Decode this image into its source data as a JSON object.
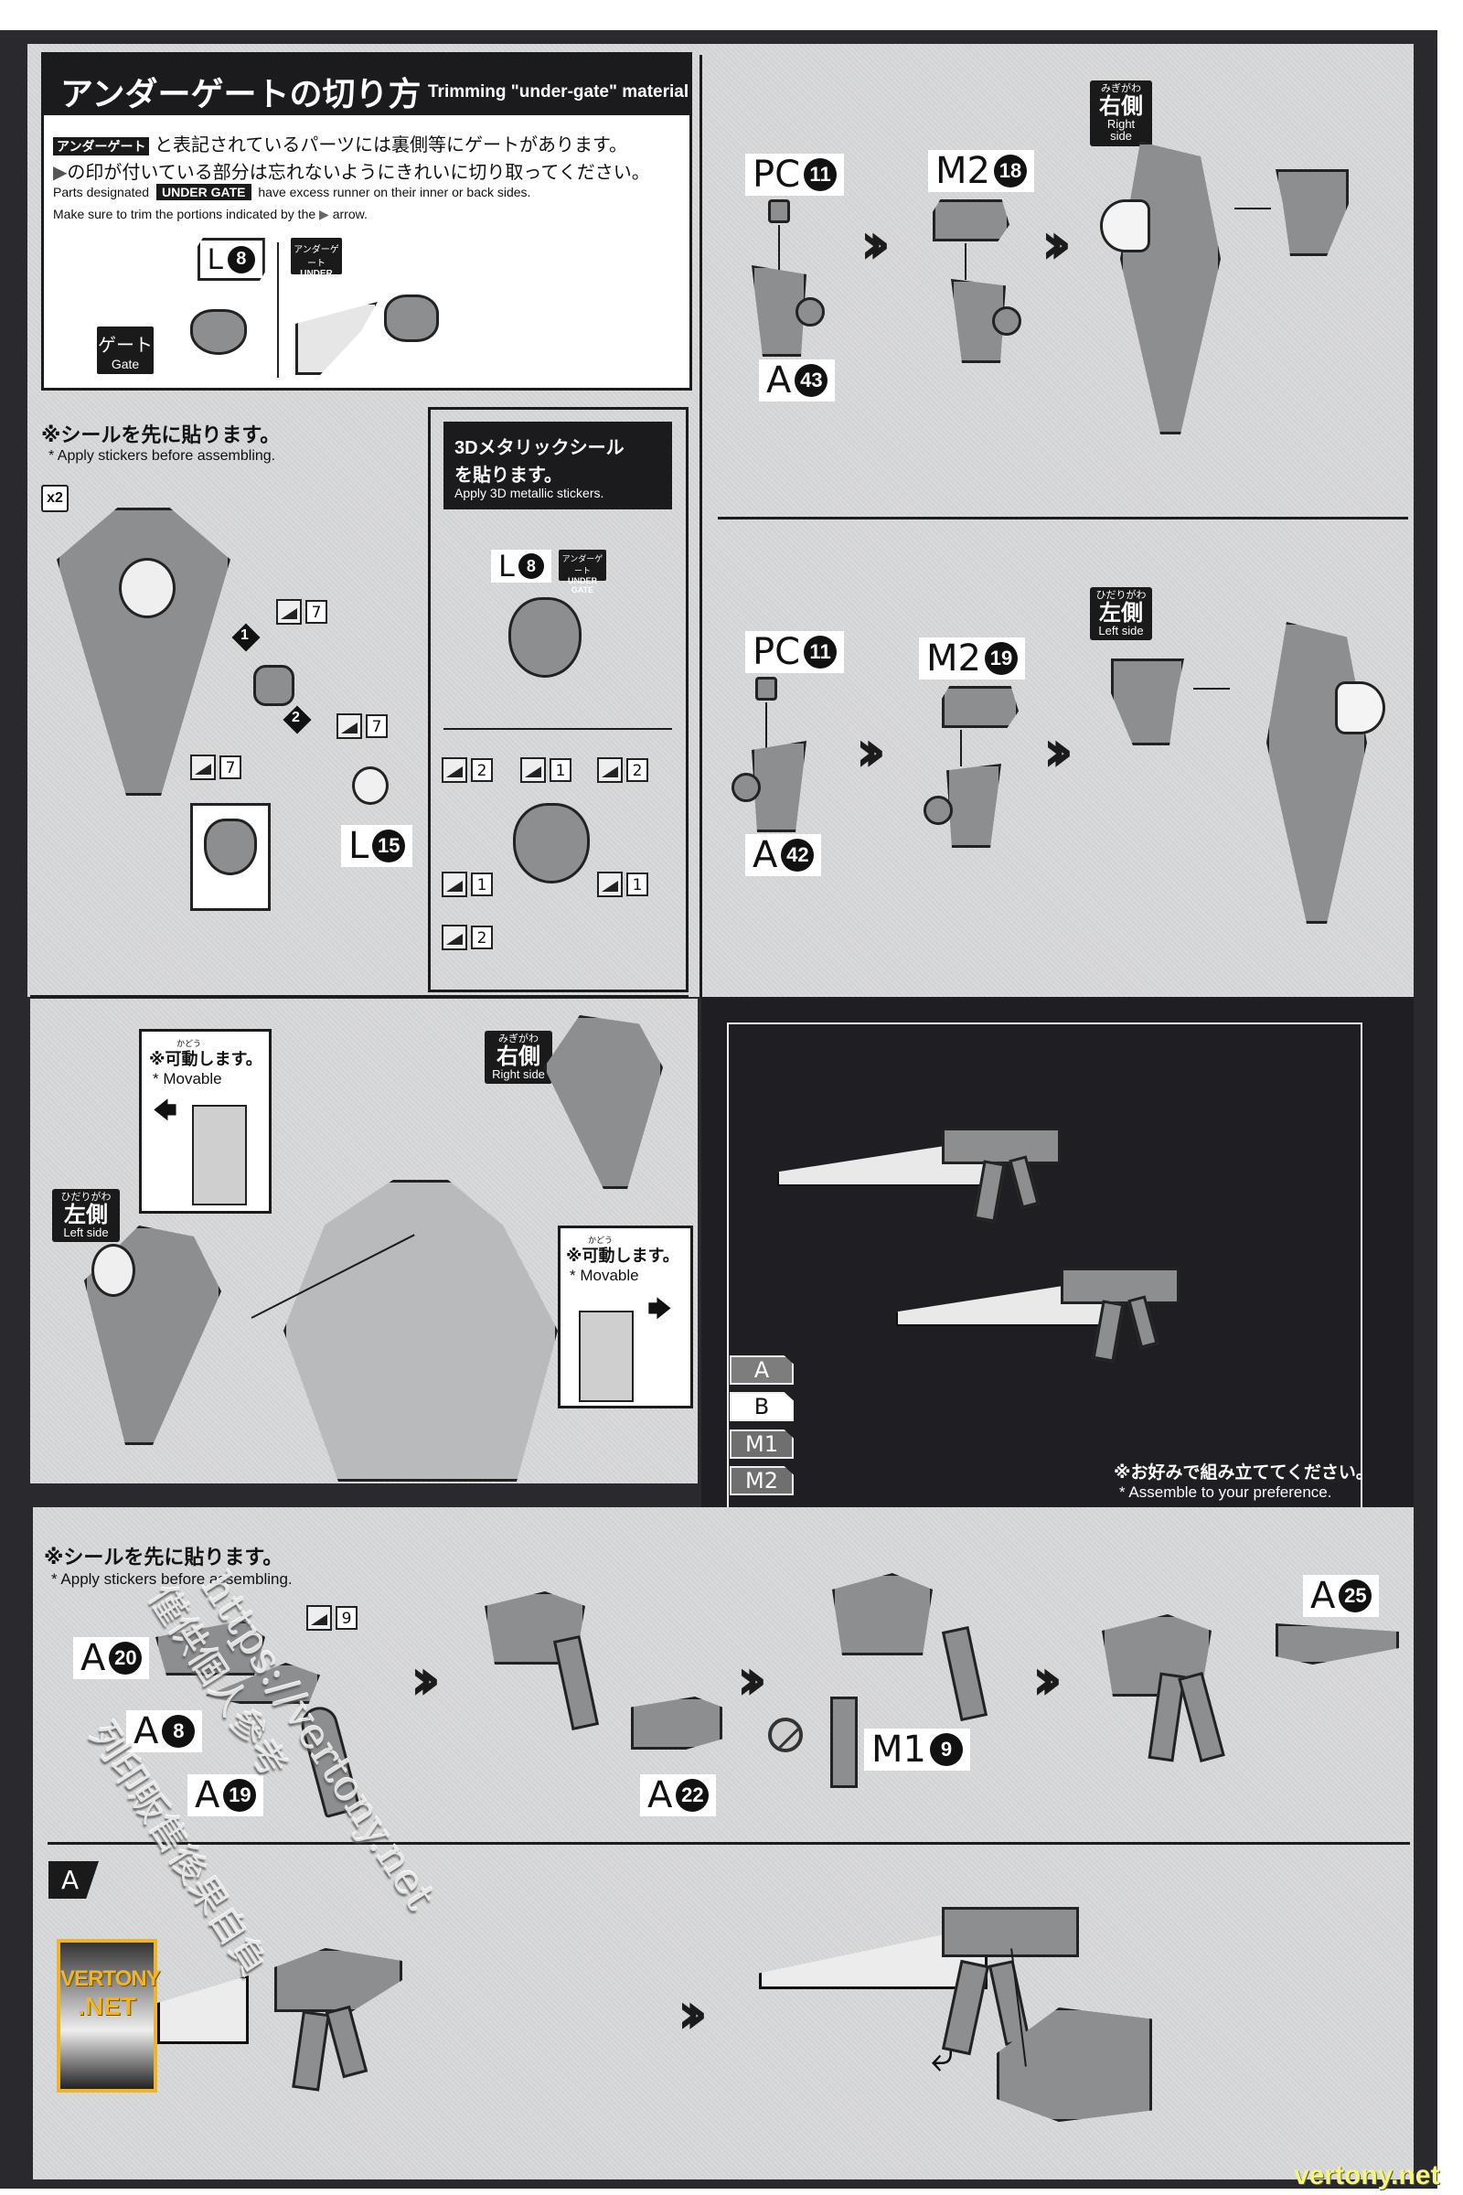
{
  "under_gate": {
    "title_jp": "アンダーゲートの切り方",
    "title_en": "Trimming \"under-gate\" material",
    "badge_jp": "アンダーゲート",
    "line1_jp": "と表記されているパーツには裏側等にゲートがあります。",
    "line2_jp": "の印が付いている部分は忘れないようにきれいに切り取ってください。",
    "line3_en_pre": "Parts designated",
    "badge_en": "UNDER GATE",
    "line3_en_post": "have excess runner on their inner or back sides.",
    "line4_en_pre": "Make sure to trim the portions indicated by the",
    "line4_en_post": "arrow.",
    "part_label": "L",
    "part_num": "8",
    "part_tag_jp": "アンダーゲート",
    "part_tag_en": "UNDER GATE",
    "gate_jp": "ゲート",
    "gate_en": "Gate"
  },
  "step_right_top": {
    "side_ruby": "みぎがわ",
    "side_jp": "右側",
    "side_en": "Right side",
    "parts": [
      {
        "label": "PC",
        "num": "11"
      },
      {
        "label": "M2",
        "num": "18"
      },
      {
        "label": "A",
        "num": "43"
      }
    ]
  },
  "step_right_mid": {
    "side_ruby": "ひだりがわ",
    "side_jp": "左側",
    "side_en": "Left side",
    "parts": [
      {
        "label": "PC",
        "num": "11"
      },
      {
        "label": "M2",
        "num": "19"
      },
      {
        "label": "A",
        "num": "42"
      }
    ]
  },
  "stickers_note": {
    "jp": "※シールを先に貼ります。",
    "en": "* Apply stickers before assembling."
  },
  "shield_step": {
    "multiplier": "x2",
    "step1": "1",
    "step2": "2",
    "sticker_nums": [
      "7",
      "7",
      "7"
    ],
    "part_label": "L",
    "part_num": "15"
  },
  "metallic": {
    "title_jp_1": "3Dメタリックシール",
    "title_jp_2": "を貼ります。",
    "title_en": "Apply 3D metallic stickers.",
    "part_label": "L",
    "part_num": "8",
    "tag_jp": "アンダーゲート",
    "tag_en": "UNDER GATE",
    "sticker_nums": [
      "2",
      "1",
      "2",
      "1",
      "1",
      "2"
    ]
  },
  "attach_step": {
    "movable_jp": "※可動します。",
    "movable_en": "* Movable",
    "movable_ruby": "かどう",
    "left_ruby": "ひだりがわ",
    "left_jp": "左側",
    "left_en": "Left side",
    "right_ruby": "みぎがわ",
    "right_jp": "右側",
    "right_en": "Right side"
  },
  "variants_panel": {
    "tabs": [
      "A",
      "B",
      "M1",
      "M2"
    ],
    "note_jp": "※お好みで組み立ててください。",
    "note_en": "* Assemble to your preference."
  },
  "weapon_step": {
    "sticker_num": "9",
    "parts": [
      {
        "label": "A",
        "num": "20"
      },
      {
        "label": "A",
        "num": "8"
      },
      {
        "label": "A",
        "num": "19"
      },
      {
        "label": "A",
        "num": "22"
      },
      {
        "label": "M1",
        "num": "9"
      },
      {
        "label": "A",
        "num": "25"
      }
    ]
  },
  "final_step": {
    "section_label": "A"
  },
  "watermarks": {
    "url": "https://vertony.net",
    "cn1": "列印販售後果自負",
    "cn2": "僅供個人參考",
    "logo_line1": "VERTONY",
    "logo_line2": ".NET",
    "footer": "vertony.net"
  },
  "colors": {
    "frame": "#2a2a2e",
    "paper": "#d9dadb",
    "logo_gold": "#f0b429"
  }
}
